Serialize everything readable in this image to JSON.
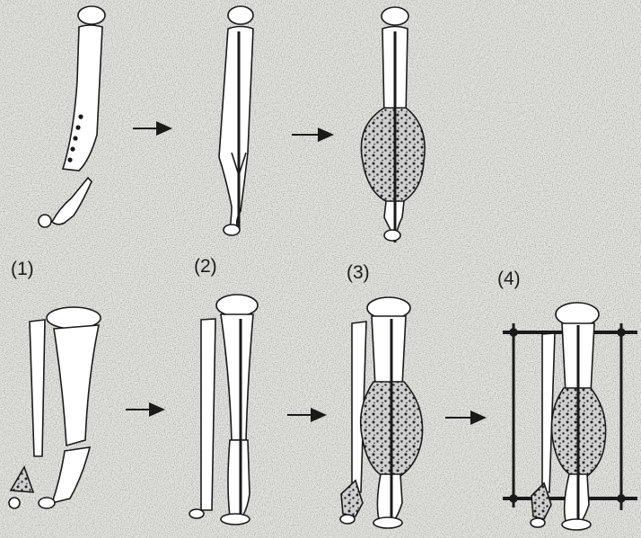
{
  "colors": {
    "background": "#e9e9e6",
    "ink": "#1a1a1a",
    "bone_fill": "#ffffff",
    "graft_fill": "#bdbdbd"
  },
  "step_labels": [
    "(1)",
    "(2)",
    "(3)",
    "(4)"
  ],
  "icons": {
    "arrow": "right-arrow-icon",
    "speckle": "noise-texture"
  }
}
